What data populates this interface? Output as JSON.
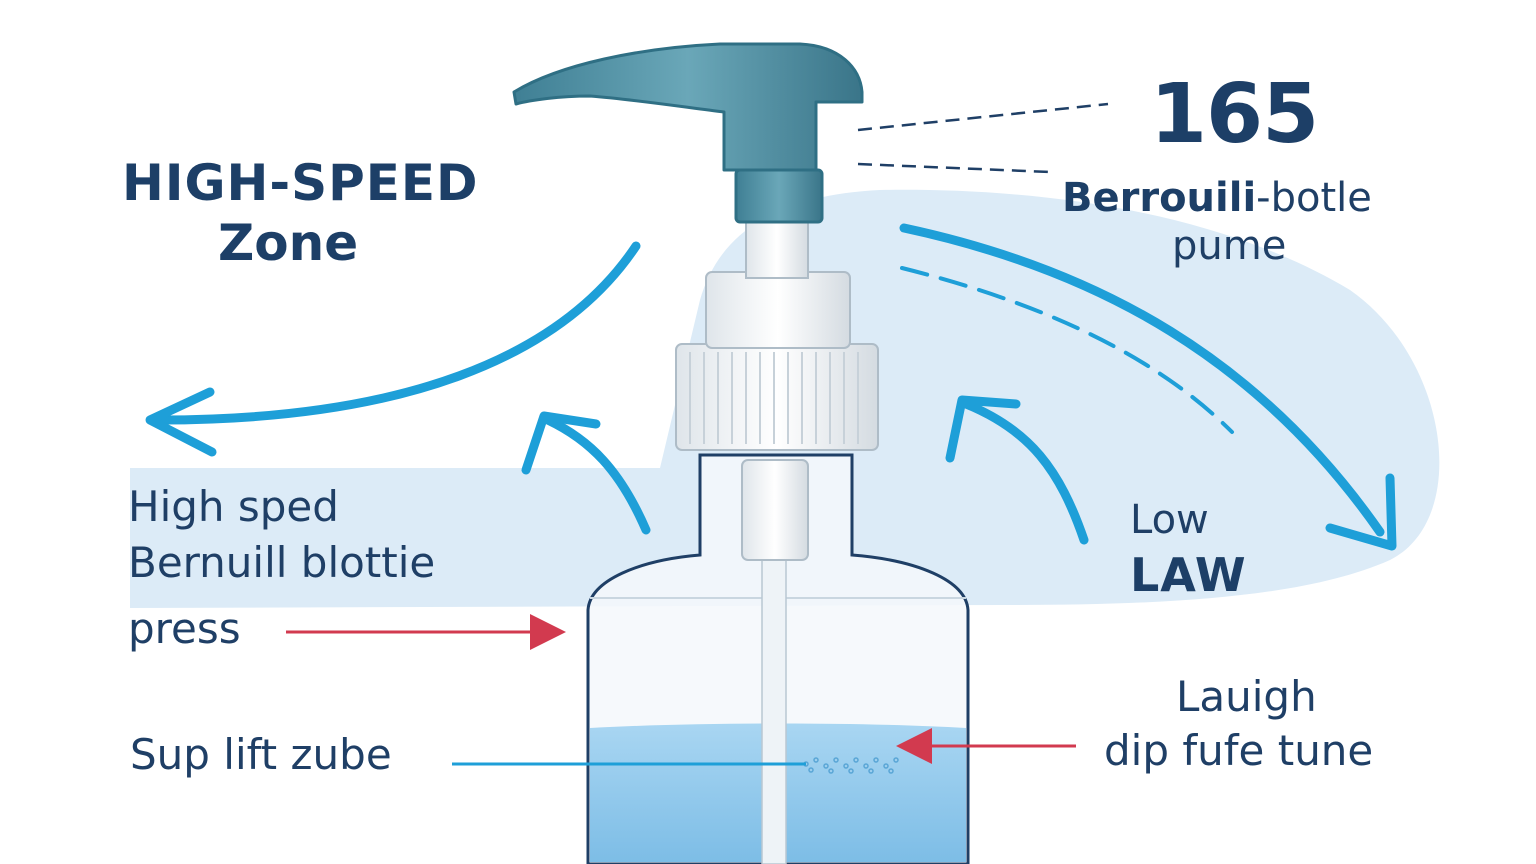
{
  "colors": {
    "navy_text": "#1d3f67",
    "text": "#1f3f66",
    "pump_teal": "#4f8fa3",
    "pump_teal_dark": "#2f6f84",
    "flow_blue": "#1e9fd8",
    "zone_fill": "#dcebf7",
    "liquid": "#8cc6ea",
    "red_arrow": "#d23a4f",
    "bottle_outline": "#1f3f66"
  },
  "labels": {
    "high_speed_zone_line1": "HIGH-SPEED",
    "high_speed_zone_line2": "Zone",
    "number": "165",
    "title_bold": "Berrouili",
    "title_rest": "-botle",
    "title_line2": "pume",
    "left_mid_line1": "High sped",
    "left_mid_line2": "Bernuill blottie",
    "left_mid_line3": "press",
    "right_low_line1": "Low",
    "right_low_line2": "LAW",
    "lift_tube": "Sup lift zube",
    "dip_line1": "Lauigh",
    "dip_line2": "dip fufe tune"
  },
  "icons": {
    "pump_head": "pump-nozzle-icon",
    "flow_arrows": "curved-arrow-icon",
    "pointer_arrows": "pointer-arrow-icon"
  }
}
